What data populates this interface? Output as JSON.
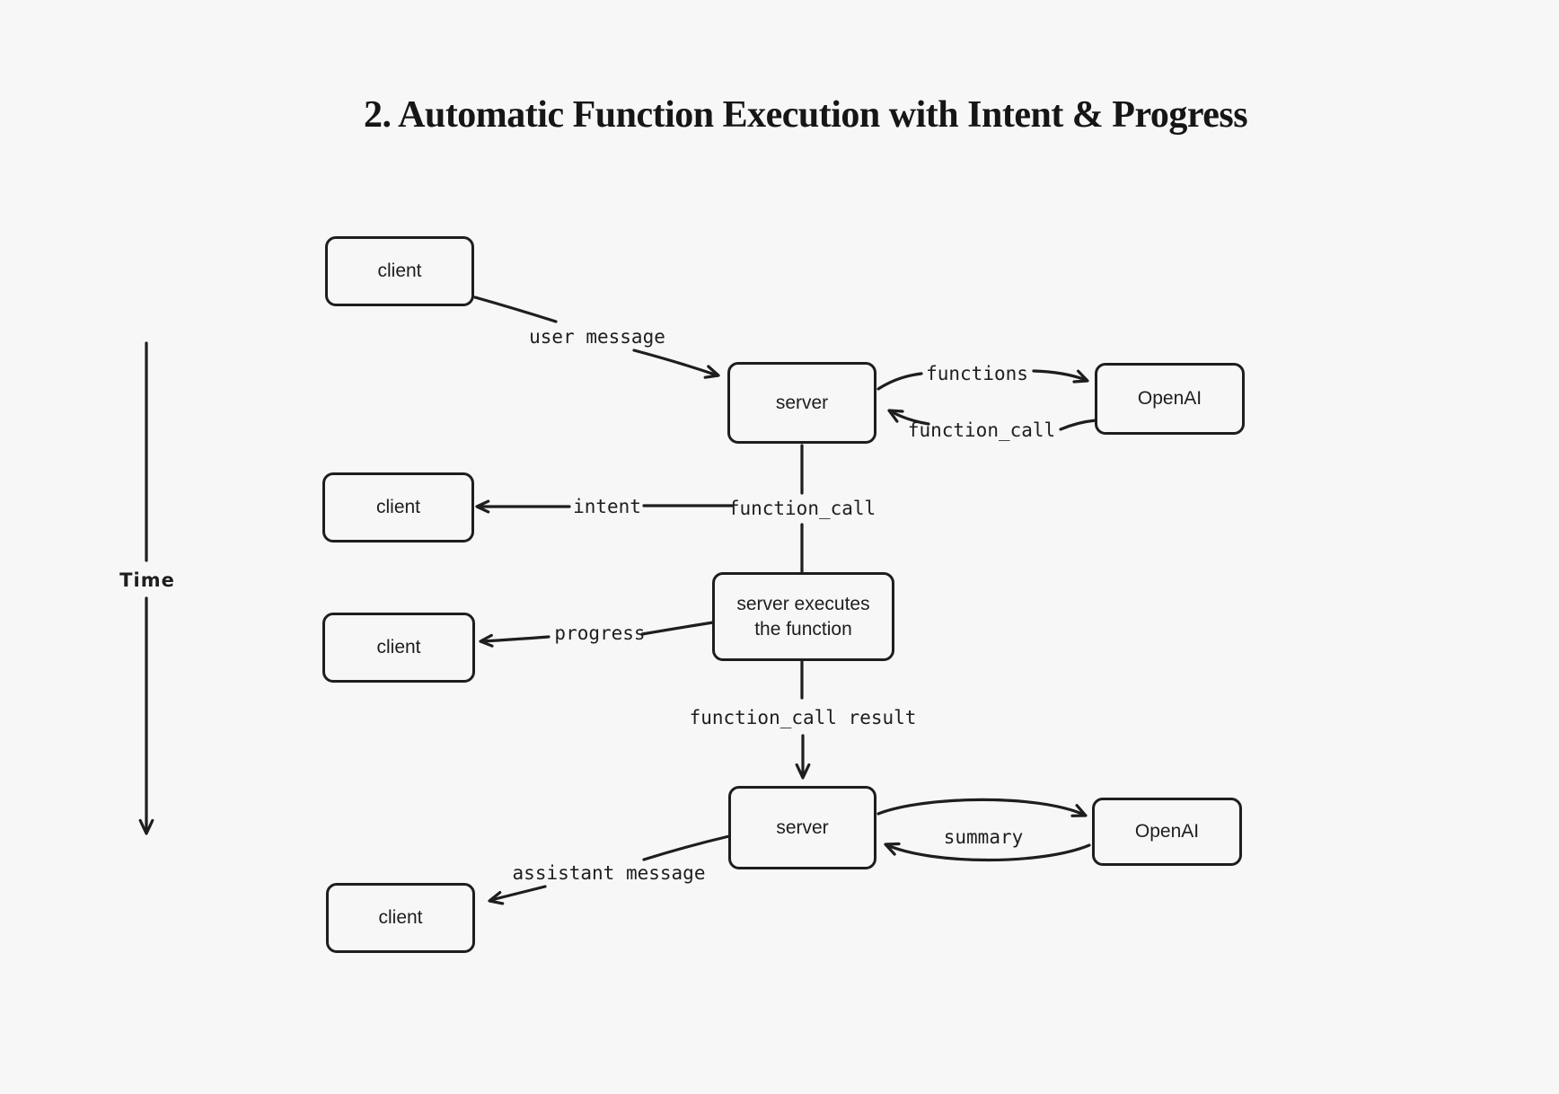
{
  "title": "2. Automatic Function Execution with Intent & Progress",
  "diagram_type": "sequence-flow",
  "colors": {
    "background": "#f7f7f8",
    "stroke": "#1e1e1e"
  },
  "time_axis": {
    "label": "Time"
  },
  "nodes": [
    {
      "id": "client-1",
      "label": "client"
    },
    {
      "id": "server-1",
      "label": "server"
    },
    {
      "id": "openai-1",
      "label": "OpenAI"
    },
    {
      "id": "client-2",
      "label": "client"
    },
    {
      "id": "server-executes",
      "label_line1": "server executes",
      "label_line2": "the function"
    },
    {
      "id": "client-3",
      "label": "client"
    },
    {
      "id": "server-2",
      "label": "server"
    },
    {
      "id": "openai-2",
      "label": "OpenAI"
    },
    {
      "id": "client-4",
      "label": "client"
    }
  ],
  "edge_labels": [
    {
      "id": "user-message",
      "label": "user message"
    },
    {
      "id": "functions",
      "label": "functions"
    },
    {
      "id": "function-call-top",
      "label": "function_call"
    },
    {
      "id": "intent",
      "label": "intent"
    },
    {
      "id": "function-call-mid",
      "label": "function_call"
    },
    {
      "id": "progress",
      "label": "progress"
    },
    {
      "id": "function-call-result",
      "label": "function_call result"
    },
    {
      "id": "summary",
      "label": "summary"
    },
    {
      "id": "assistant-message",
      "label": "assistant message"
    }
  ]
}
